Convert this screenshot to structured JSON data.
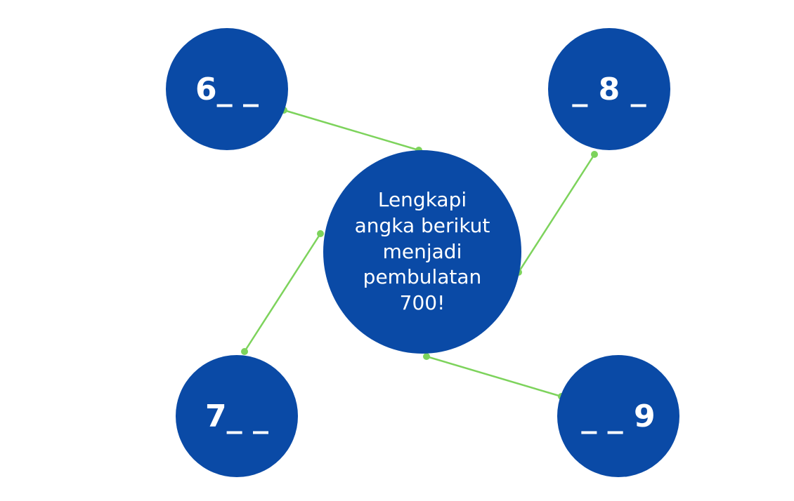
{
  "center": {
    "lines": [
      "Lengkapi",
      "angka berikut",
      "menjadi",
      "pembulatan",
      "700!"
    ]
  },
  "nodes": {
    "top_left": "6_ _",
    "top_right": "_ 8 _",
    "bottom_left": "7_ _",
    "bottom_right": "_ _ 9"
  },
  "colors": {
    "circle": "#0a4aa6",
    "connector": "#7dd35c",
    "text": "#ffffff",
    "background": "#ffffff"
  }
}
